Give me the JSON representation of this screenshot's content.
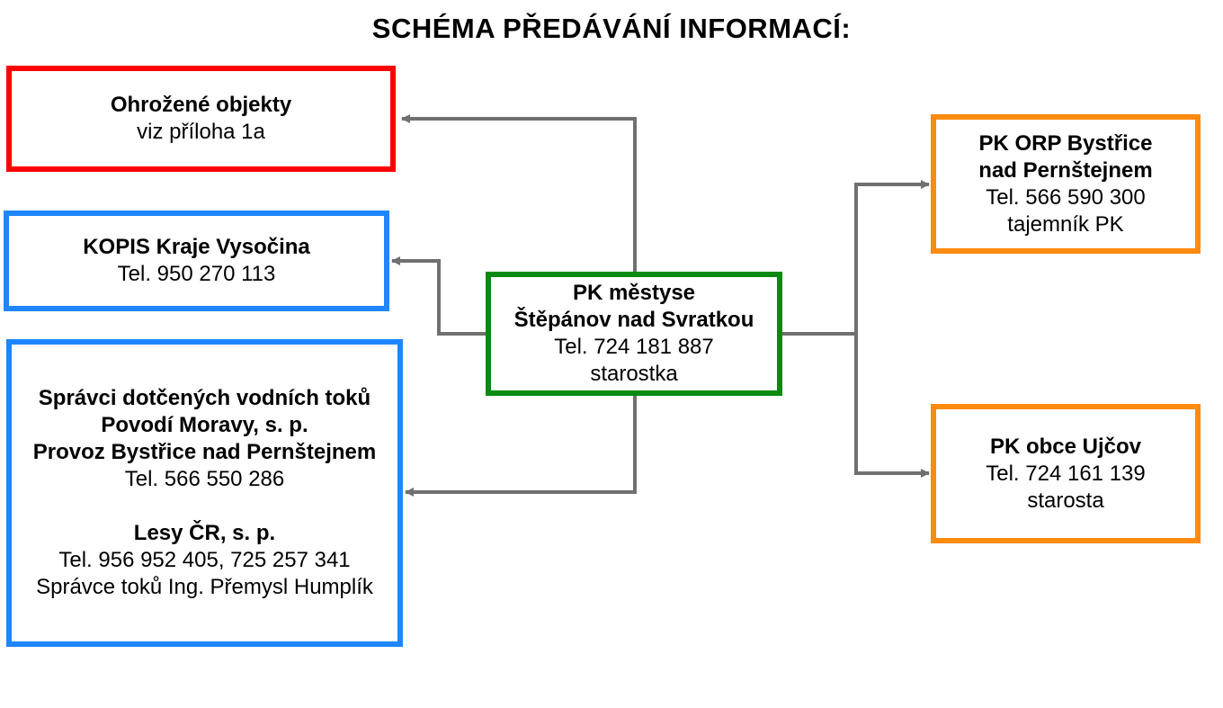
{
  "title": "SCHÉMA PŘEDÁVÁNÍ INFORMACÍ:",
  "colors": {
    "red": "#ff0000",
    "blue": "#1e86ff",
    "green": "#0a8a10",
    "orange": "#ff8a10",
    "arrow": "#707070"
  },
  "boxes": {
    "ohrozene": {
      "bold": "Ohrožené objekty",
      "line": "viz příloha 1a"
    },
    "kopis": {
      "bold": "KOPIS Kraje Vysočina",
      "line": "Tel. 950 270 113"
    },
    "spravci": {
      "bold1": "Správci dotčených vodních toků",
      "bold2": "Povodí Moravy, s. p.",
      "bold3": "Provoz Bystřice nad Pernštejnem",
      "line1": "Tel. 566 550 286",
      "bold4": "Lesy ČR, s. p.",
      "line2": "Tel. 956 952 405, 725 257 341",
      "line3": "Správce toků Ing. Přemysl Humplík"
    },
    "center": {
      "bold1": "PK městyse",
      "bold2": "Štěpánov nad Svratkou",
      "line1": "Tel.  724 181 887",
      "line2": "starostka"
    },
    "orp": {
      "bold1": "PK ORP Bystřice",
      "bold2": "nad Pernštejnem",
      "line1": "Tel. 566 590 300",
      "line2": "tajemník PK"
    },
    "ujcov": {
      "bold": "PK obce Ujčov",
      "line1": "Tel. 724 161 139",
      "line2": "starosta"
    }
  }
}
